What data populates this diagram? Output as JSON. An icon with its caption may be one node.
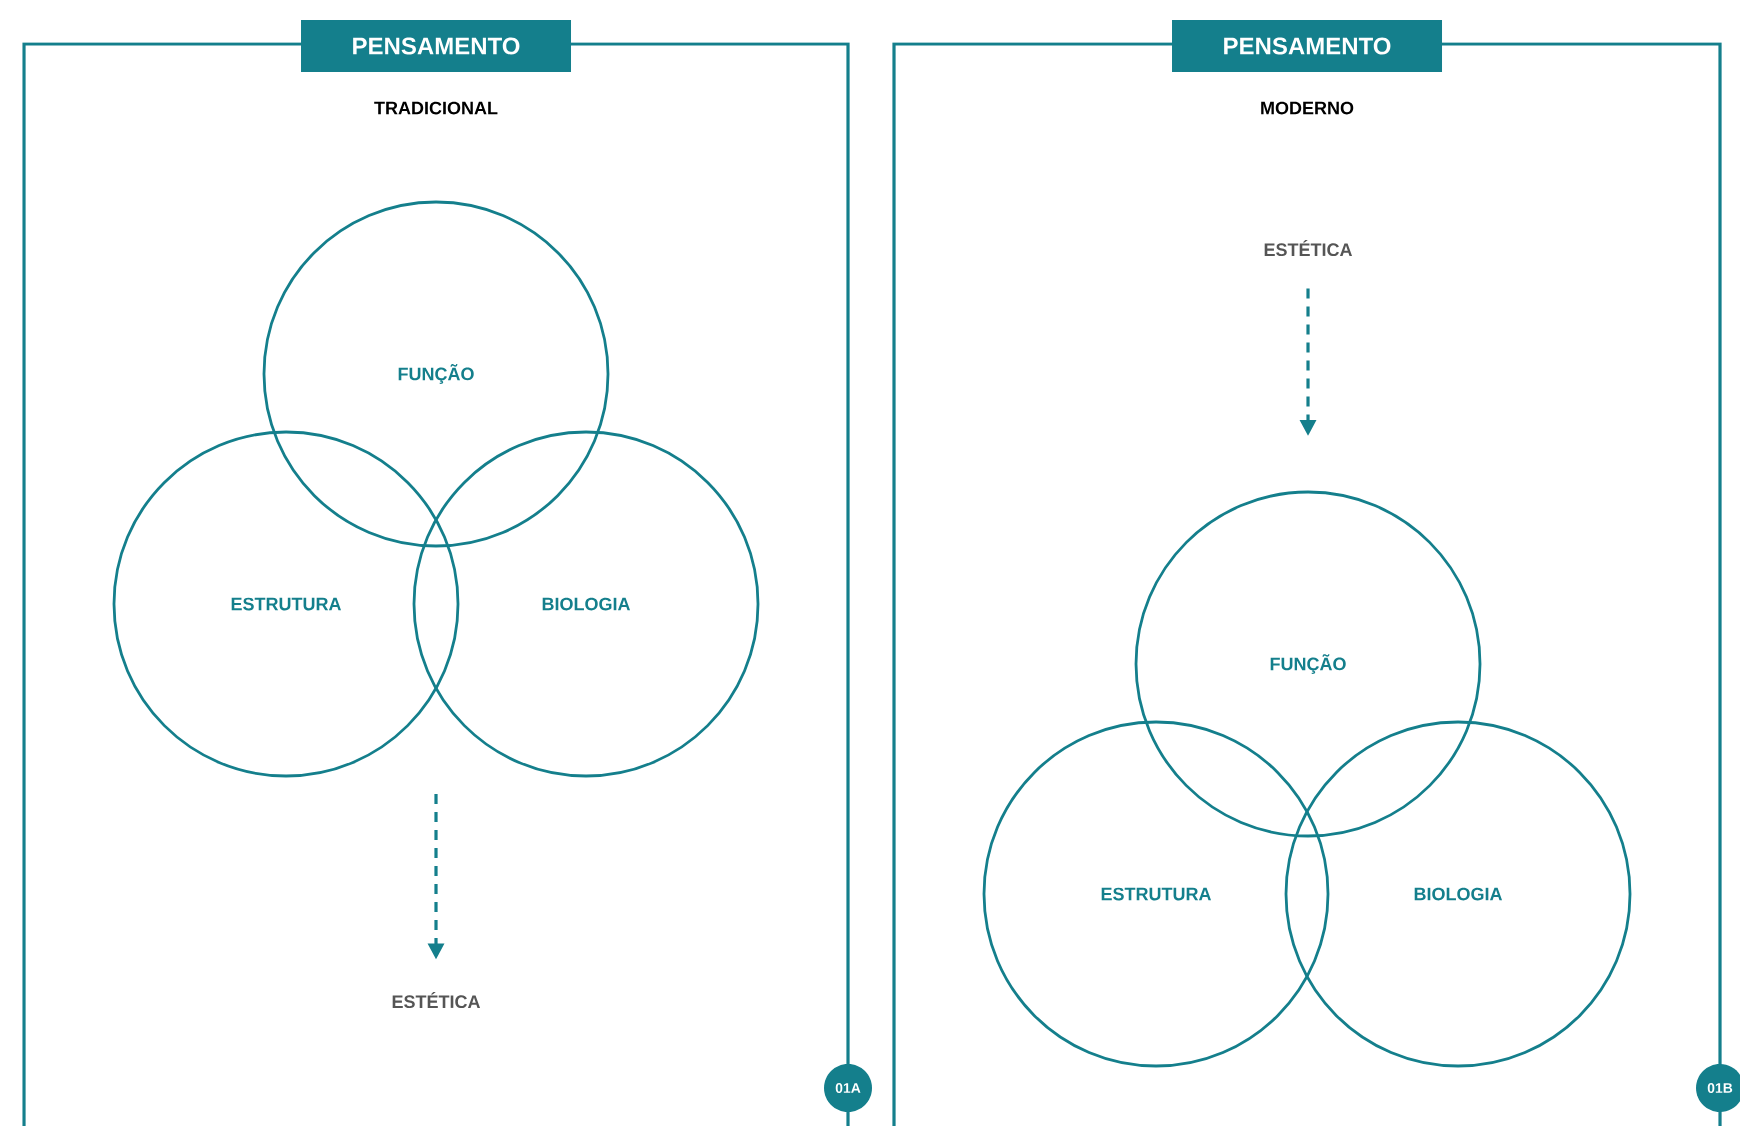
{
  "diagram": {
    "nodes": [
      {
        "text": [
          "PENSAMENTO",
          "TRADICIONAL"
        ]
      },
      {
        "text": [
          "FUNÇÃO"
        ],
        "in": 0
      },
      {
        "text": [
          "ESTRUTURA"
        ],
        "in": 0
      },
      {
        "text": [
          "BIOLOGIA"
        ],
        "in": 0
      },
      {
        "text": [
          "ESTÉTICA"
        ],
        "in": 0
      },
      {
        "text": [
          "01A"
        ]
      },
      {
        "text": [
          "PENSAMENTO",
          "MODERNO"
        ]
      },
      {
        "text": [
          "ESTÉTICA"
        ],
        "in": 6
      },
      {
        "text": [
          "FUNÇÃO"
        ],
        "in": 6
      },
      {
        "text": [
          "ESTRUTURA"
        ],
        "in": 6
      },
      {
        "text": [
          "BIOLOGIA"
        ],
        "in": 6
      },
      {
        "text": [
          "01B"
        ]
      }
    ],
    "edges": [
      {
        "from": null,
        "to": 4,
        "arrow": "to",
        "style": "dashed"
      },
      {
        "from": 7,
        "to": null,
        "arrow": "to",
        "style": "dashed"
      }
    ]
  }
}
